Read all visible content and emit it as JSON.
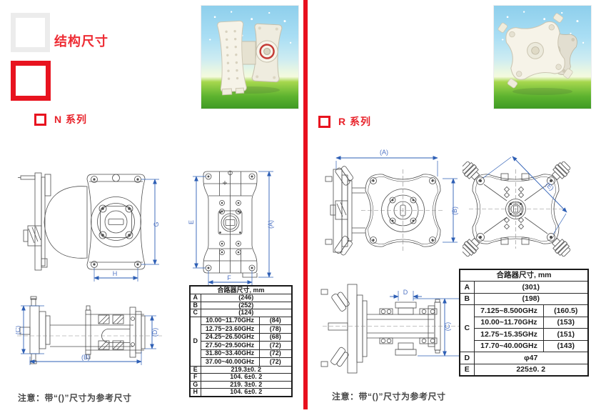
{
  "page": {
    "title": "结构尺寸"
  },
  "colors": {
    "accent_red": "#e8131f",
    "dimension_blue": "#2e5fb5"
  },
  "left_section": {
    "series_label": "N 系列",
    "note": "注意：带“()”尺寸为参考尺寸",
    "drawing_dims": {
      "front_height": "G",
      "front_width": "H",
      "top_left": "E",
      "top_right": "(A)",
      "top_bottom": "F",
      "side_left": "(C)",
      "side_right": "(D)",
      "side_bottom": "(B)"
    },
    "table": {
      "title": "合路器尺寸, mm",
      "rows_top": [
        {
          "key": "A",
          "value": "(246)"
        },
        {
          "key": "B",
          "value": "(252)"
        },
        {
          "key": "C",
          "value": "(124)"
        }
      ],
      "group": {
        "key": "D",
        "subrows": [
          {
            "range": "10.00~11.70GHz",
            "value": "(84)"
          },
          {
            "range": "12.75~23.60GHz",
            "value": "(78)"
          },
          {
            "range": "24.25~26.50GHz",
            "value": "(68)"
          },
          {
            "range": "27.50~29.50GHz",
            "value": "(72)"
          },
          {
            "range": "31.80~33.40GHz",
            "value": "(72)"
          },
          {
            "range": "37.00~40.00GHz",
            "value": "(72)"
          }
        ]
      },
      "rows_bottom": [
        {
          "key": "E",
          "value": "219.3±0. 2"
        },
        {
          "key": "F",
          "value": "104. 6±0. 2"
        },
        {
          "key": "G",
          "value": "219. 3±0. 2"
        },
        {
          "key": "H",
          "value": "104. 6±0. 2"
        }
      ]
    }
  },
  "right_section": {
    "series_label": "R 系列",
    "note": "注意：带“()”尺寸为参考尺寸",
    "drawing_dims": {
      "front_top": "(A)",
      "front_right": "(B)",
      "top_diag": "(E)",
      "side_top": "D",
      "side_right": "(C)"
    },
    "table": {
      "title": "合路器尺寸, mm",
      "rows_top": [
        {
          "key": "A",
          "value": "(301)"
        },
        {
          "key": "B",
          "value": "(198)"
        }
      ],
      "group": {
        "key": "C",
        "subrows": [
          {
            "range": "7.125~8.500GHz",
            "value": "(160.5)"
          },
          {
            "range": "10.00~11.70GHz",
            "value": "(153)"
          },
          {
            "range": "12.75~15.35GHz",
            "value": "(151)"
          },
          {
            "range": "17.70~40.00GHz",
            "value": "(143)"
          }
        ]
      },
      "rows_bottom": [
        {
          "key": "D",
          "value": "φ47"
        },
        {
          "key": "E",
          "value": "225±0. 2"
        }
      ]
    }
  }
}
